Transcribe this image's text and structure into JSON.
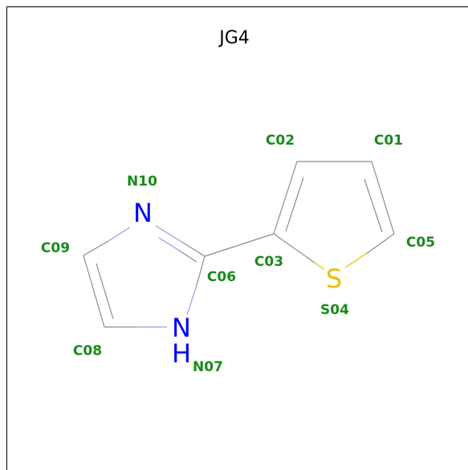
{
  "title": "JG4",
  "atom_labels": {
    "C01": "C01",
    "C02": "C02",
    "C03": "C03",
    "S04": "S04",
    "C05": "C05",
    "C06": "C06",
    "N07": "N07",
    "C08": "C08",
    "C09": "C09",
    "N10": "N10"
  },
  "elements": {
    "N10": "N",
    "N07": "N",
    "N07_h": "H",
    "S04": "S"
  },
  "colors": {
    "label": "#1a8a1a",
    "nitrogen": "#0000ff",
    "sulfur": "#e6c200",
    "bond": "#8c8c8c",
    "frame": "#000000"
  }
}
